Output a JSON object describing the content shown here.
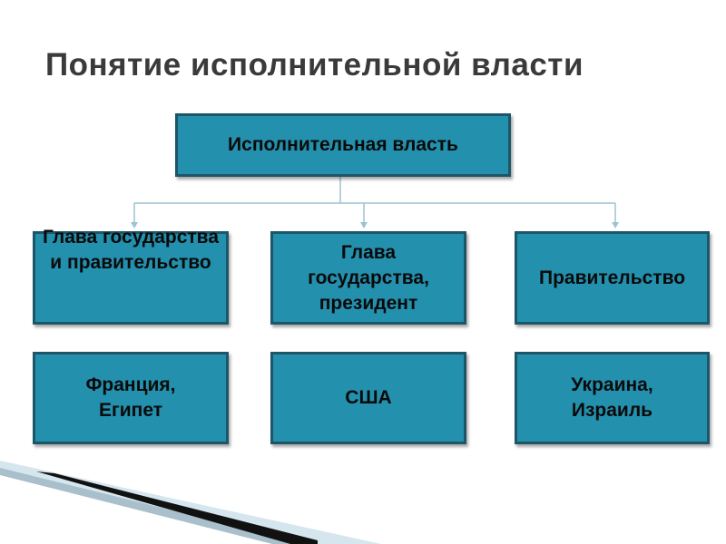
{
  "title": "Понятие исполнительной власти",
  "root": {
    "label": "Исполнительная власть"
  },
  "branches": [
    {
      "label": "Глава государства и правительство",
      "example": "Франция, Египет"
    },
    {
      "label": "Глава государства, президент",
      "example": "США"
    },
    {
      "label": "Правительство",
      "example": "Украина, Израиль"
    }
  ],
  "colors": {
    "box_fill": "#2390ae",
    "box_border": "#1d5668",
    "connector": "#9cc3cf",
    "title_text": "#3a3a3a"
  }
}
